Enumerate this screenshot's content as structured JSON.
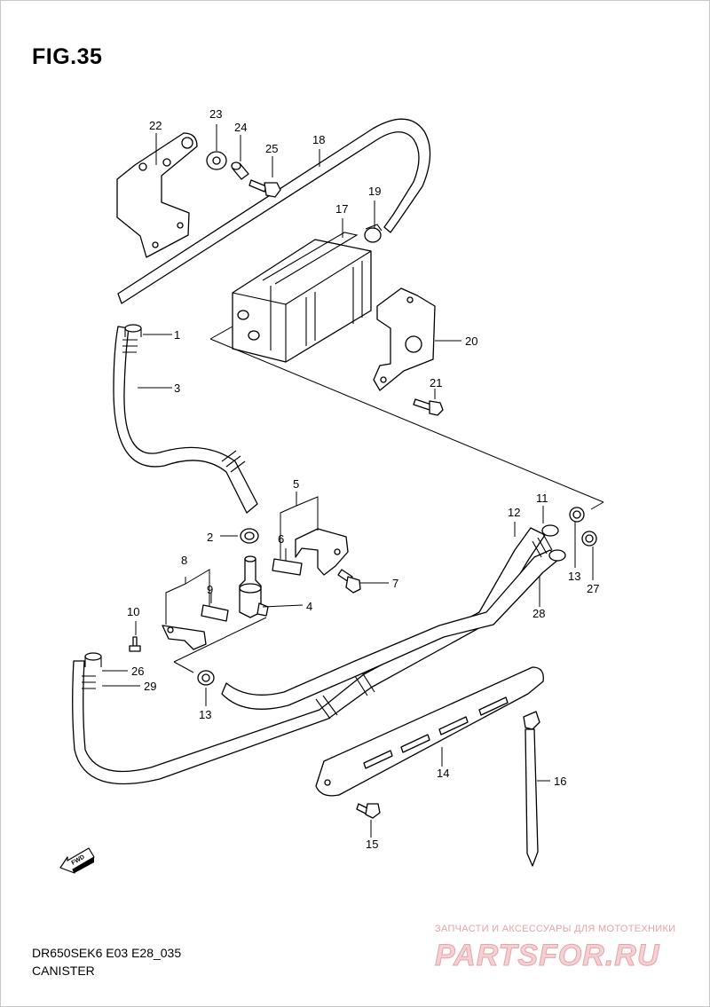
{
  "figure": {
    "title": "FIG.35",
    "code": "DR650SEK6 E03 E28_035",
    "name": "CANISTER",
    "fwd_label": "FWD"
  },
  "watermark": {
    "tagline": "ЗАПЧАСТИ И АКСЕССУАРЫ ДЛЯ МОТОТЕХНИКИ",
    "brand": "PARTSFOR.RU",
    "color": "#e7a3a8"
  },
  "callouts": [
    {
      "id": "1",
      "label": "1"
    },
    {
      "id": "2",
      "label": "2"
    },
    {
      "id": "3",
      "label": "3"
    },
    {
      "id": "4",
      "label": "4"
    },
    {
      "id": "5",
      "label": "5"
    },
    {
      "id": "6",
      "label": "6"
    },
    {
      "id": "7",
      "label": "7"
    },
    {
      "id": "8",
      "label": "8"
    },
    {
      "id": "9",
      "label": "9"
    },
    {
      "id": "10",
      "label": "10"
    },
    {
      "id": "11",
      "label": "11"
    },
    {
      "id": "12",
      "label": "12"
    },
    {
      "id": "13a",
      "label": "13"
    },
    {
      "id": "13b",
      "label": "13"
    },
    {
      "id": "14",
      "label": "14"
    },
    {
      "id": "15",
      "label": "15"
    },
    {
      "id": "16",
      "label": "16"
    },
    {
      "id": "17",
      "label": "17"
    },
    {
      "id": "18",
      "label": "18"
    },
    {
      "id": "19",
      "label": "19"
    },
    {
      "id": "20",
      "label": "20"
    },
    {
      "id": "21",
      "label": "21"
    },
    {
      "id": "22",
      "label": "22"
    },
    {
      "id": "23",
      "label": "23"
    },
    {
      "id": "24",
      "label": "24"
    },
    {
      "id": "25",
      "label": "25"
    },
    {
      "id": "26",
      "label": "26"
    },
    {
      "id": "27",
      "label": "27"
    },
    {
      "id": "28",
      "label": "28"
    },
    {
      "id": "29",
      "label": "29"
    }
  ]
}
